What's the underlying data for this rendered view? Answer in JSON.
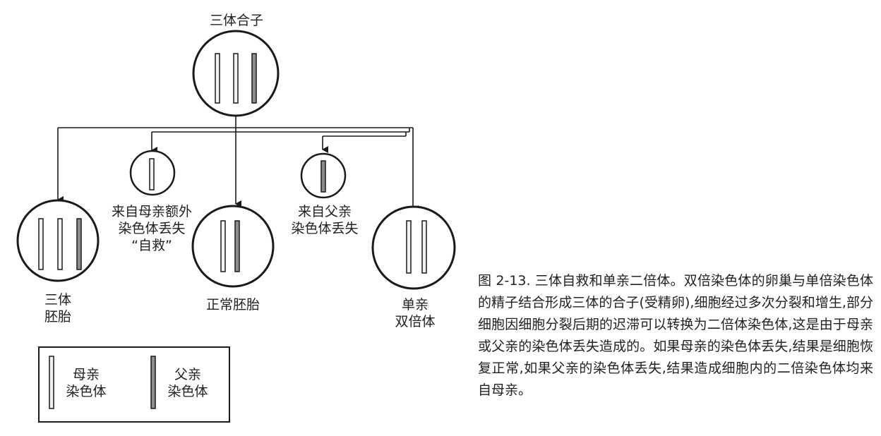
{
  "diagram": {
    "top": {
      "label": "三体合子"
    },
    "nodes": [
      {
        "id": "trisomic-embryo",
        "label": "三体\n胚胎"
      },
      {
        "id": "maternal-loss",
        "label": "来自母亲额外\n染色体丢失\n“自救”"
      },
      {
        "id": "normal-embryo",
        "label": "正常胚胎"
      },
      {
        "id": "paternal-loss",
        "label": "来自父亲\n染色体丢失"
      },
      {
        "id": "uniparental-disomy",
        "label": "单亲\n双倍体"
      }
    ],
    "legend": {
      "maternal": "母亲\n染色体",
      "paternal": "父亲\n染色体"
    },
    "colors": {
      "maternal_chromosome": "#f2f2f2",
      "paternal_chromosome": "#8c8c8c",
      "line": "#1a1a1a"
    }
  },
  "caption": {
    "figure_number": "图 2-13.",
    "text": "三体自救和单亲二倍体。双倍染色体的卵巢与单倍染色体的精子结合形成三体的合子(受精卵),细胞经过多次分裂和增生,部分细胞因细胞分裂后期的迟滞可以转换为二倍体染色体,这是由于母亲或父亲的染色体丢失造成的。如果母亲的染色体丢失,结果是细胞恢复正常,如果父亲的染色体丢失,结果造成细胞内的二倍染色体均来自母亲。"
  }
}
